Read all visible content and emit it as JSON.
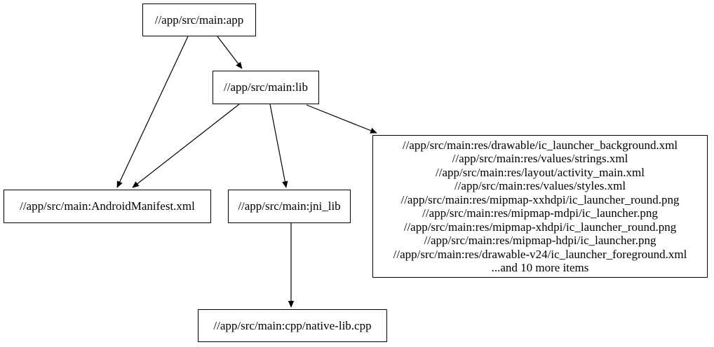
{
  "diagram": {
    "type": "dependency-graph",
    "background_color": "#ffffff",
    "node_border_color": "#000000",
    "edge_color": "#000000",
    "nodes": {
      "app": {
        "label": "//app/src/main:app"
      },
      "lib": {
        "label": "//app/src/main:lib"
      },
      "manifest": {
        "label": "//app/src/main:AndroidManifest.xml"
      },
      "jni_lib": {
        "label": "//app/src/main:jni_lib"
      },
      "cpp": {
        "label": "//app/src/main:cpp/native-lib.cpp"
      },
      "res_group": {
        "lines": [
          "//app/src/main:res/drawable/ic_launcher_background.xml",
          "//app/src/main:res/values/strings.xml",
          "//app/src/main:res/layout/activity_main.xml",
          "//app/src/main:res/values/styles.xml",
          "//app/src/main:res/mipmap-xxhdpi/ic_launcher_round.png",
          "//app/src/main:res/mipmap-mdpi/ic_launcher.png",
          "//app/src/main:res/mipmap-xhdpi/ic_launcher_round.png",
          "//app/src/main:res/mipmap-hdpi/ic_launcher.png",
          "//app/src/main:res/drawable-v24/ic_launcher_foreground.xml",
          "...and 10 more items"
        ]
      }
    },
    "edges": [
      {
        "from": "app",
        "to": "lib"
      },
      {
        "from": "app",
        "to": "manifest"
      },
      {
        "from": "lib",
        "to": "manifest"
      },
      {
        "from": "lib",
        "to": "jni_lib"
      },
      {
        "from": "lib",
        "to": "res_group"
      },
      {
        "from": "jni_lib",
        "to": "cpp"
      }
    ]
  }
}
